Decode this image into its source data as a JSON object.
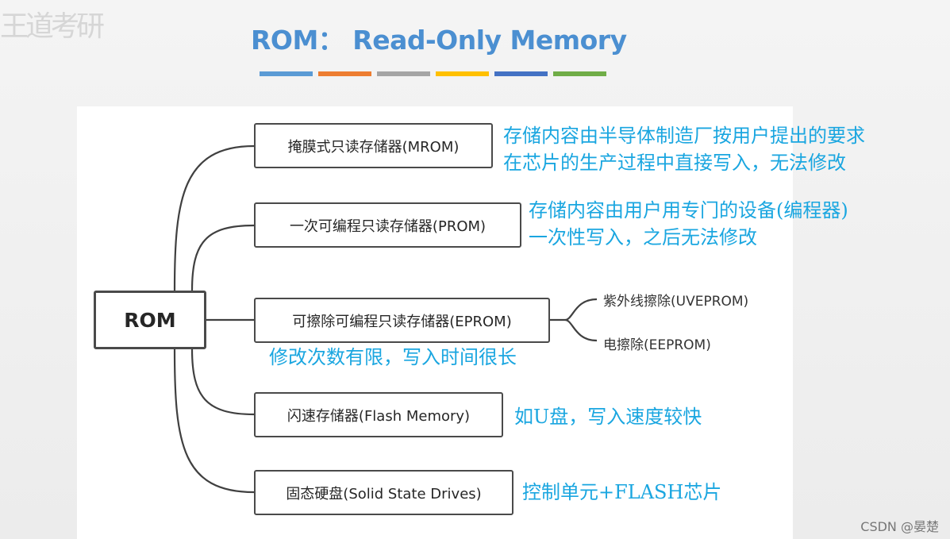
{
  "title": "ROM： Read-Only Memory",
  "watermark_corner": "王道考研",
  "title_bar_colors": [
    "#5b9bd5",
    "#ed7d31",
    "#a5a5a5",
    "#ffc000",
    "#4472c4",
    "#70ad47"
  ],
  "root": {
    "label": "ROM"
  },
  "nodes": [
    {
      "label": "掩膜式只读存储器(MROM)",
      "note": [
        "存储内容由半导体制造厂按用户提出的要求",
        "在芯片的生产过程中直接写入，无法修改"
      ]
    },
    {
      "label": "一次可编程只读存储器(PROM)",
      "note": [
        "存储内容由用户用专门的设备(编程器)",
        "一次性写入，之后无法修改"
      ]
    },
    {
      "label": "可擦除可编程只读存储器(EPROM)",
      "note": [
        "修改次数有限，写入时间很长"
      ],
      "children": [
        "紫外线擦除(UVEPROM)",
        "电擦除(EEPROM)"
      ]
    },
    {
      "label": "闪速存储器(Flash Memory)",
      "note": [
        "如U盘，写入速度较快"
      ]
    },
    {
      "label": "固态硬盘(Solid State Drives)",
      "note": [
        "控制单元+FLASH芯片"
      ]
    }
  ],
  "credit": "CSDN @晏楚",
  "colors": {
    "title": "#4b8fd1",
    "note": "#1aa6e0",
    "line": "#404040"
  }
}
